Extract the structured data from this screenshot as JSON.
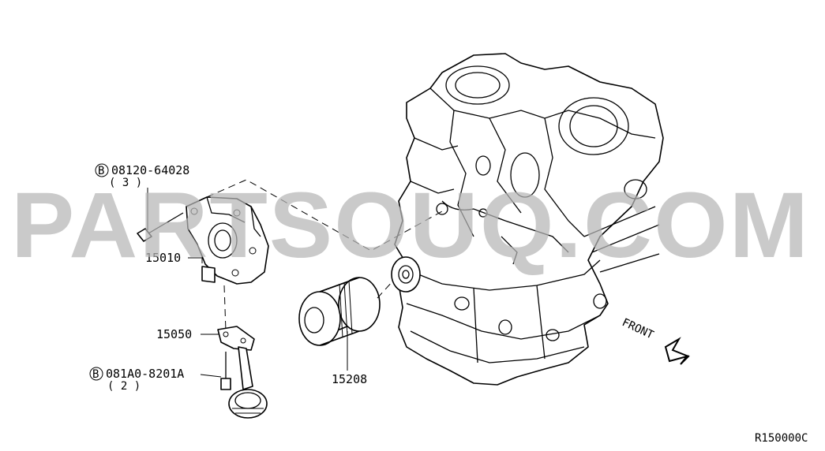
{
  "labels": {
    "bolt_pump_code": "08120-64028",
    "bolt_pump_qty": "( 3 )",
    "bolt_strainer_code": "081A0-8201A",
    "bolt_strainer_qty": "( 2 )",
    "bolt_prefix": "B",
    "oil_pump": "15010",
    "oil_strainer": "15050",
    "oil_filter": "15208",
    "front": "FRONT",
    "diagram_ref": "R150000C"
  },
  "watermark": "PARTSOUQ.COM"
}
